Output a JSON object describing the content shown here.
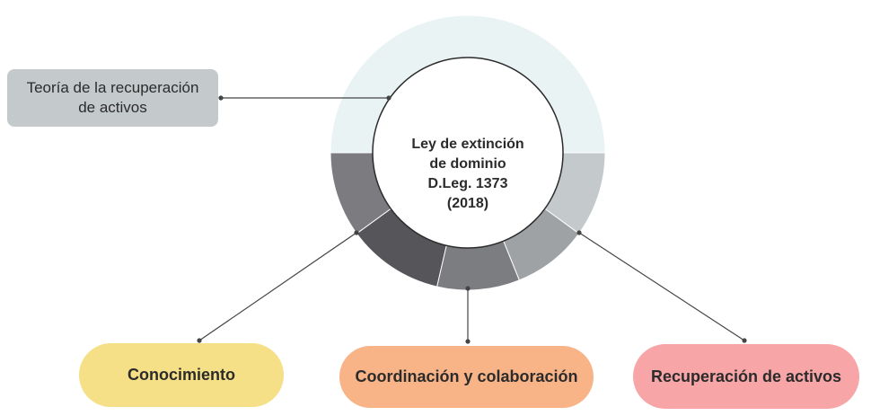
{
  "center": {
    "lines": [
      "Ley de extinción",
      "de dominio",
      "D.Leg. 1373",
      "(2018)"
    ]
  },
  "labels": {
    "theory": "Teoría de la recuperación de activos",
    "knowledge": "Conocimiento",
    "coordination": "Coordinación y colaboración",
    "recovery": "Recuperación de activos"
  },
  "ring": {
    "colors": {
      "top": "#e9f3f4",
      "right_light": "#c4cacc",
      "right_mid": "#9ea2a5",
      "bottom_mid": "#7c7d80",
      "bottom_dark": "#56565a",
      "left": "#7b7b80",
      "hub_border": "#2b2b2b",
      "connector": "#444444"
    }
  },
  "pill_colors": {
    "knowledge": "#f5df87",
    "coordination": "#f8b387",
    "recovery": "#f7a5a7",
    "theory": "#c4cacc"
  }
}
